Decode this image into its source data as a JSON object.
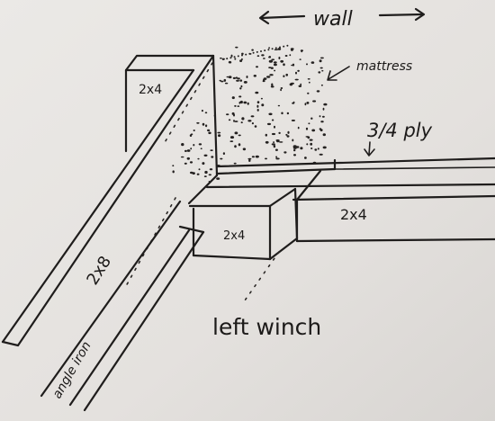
{
  "labels": {
    "wall": "wall",
    "mattress": "mattress",
    "plywood": "3/4 ply",
    "post_2x4": "2x4",
    "block_2x4": "2x4",
    "rail_2x4": "2x4",
    "board_2x8": "2x8",
    "angle_iron": "angle iron",
    "left_winch": "left winch"
  },
  "colors": {
    "paper": "#e6e3e0",
    "ink": "#1f1d1c"
  }
}
